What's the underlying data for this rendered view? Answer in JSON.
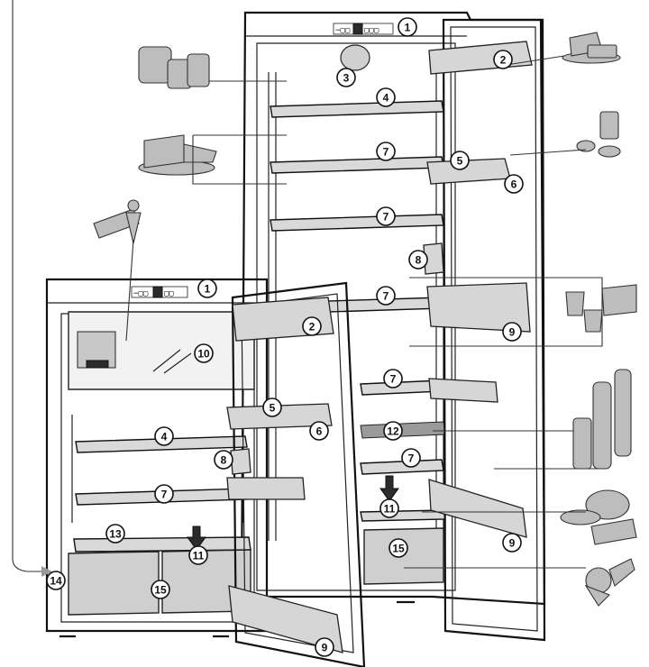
{
  "callouts": [
    {
      "id": "c1a",
      "label": "1"
    },
    {
      "id": "c2a",
      "label": "2"
    },
    {
      "id": "c3a",
      "label": "3"
    },
    {
      "id": "c4a",
      "label": "4"
    },
    {
      "id": "c7a",
      "label": "7"
    },
    {
      "id": "c5a",
      "label": "5"
    },
    {
      "id": "c6a",
      "label": "6"
    },
    {
      "id": "c7b",
      "label": "7"
    },
    {
      "id": "c8a",
      "label": "8"
    },
    {
      "id": "c7c",
      "label": "7"
    },
    {
      "id": "c9a",
      "label": "9"
    },
    {
      "id": "c7d",
      "label": "7"
    },
    {
      "id": "c12a",
      "label": "12"
    },
    {
      "id": "c7e",
      "label": "7"
    },
    {
      "id": "c11a",
      "label": "11"
    },
    {
      "id": "c9b",
      "label": "9"
    },
    {
      "id": "c15a",
      "label": "15"
    },
    {
      "id": "c1b",
      "label": "1"
    },
    {
      "id": "c2b",
      "label": "2"
    },
    {
      "id": "c10a",
      "label": "10"
    },
    {
      "id": "c5b",
      "label": "5"
    },
    {
      "id": "c6b",
      "label": "6"
    },
    {
      "id": "c4b",
      "label": "4"
    },
    {
      "id": "c8b",
      "label": "8"
    },
    {
      "id": "c7f",
      "label": "7"
    },
    {
      "id": "c13a",
      "label": "13"
    },
    {
      "id": "c11b",
      "label": "11"
    },
    {
      "id": "c14a",
      "label": "14"
    },
    {
      "id": "c15b",
      "label": "15"
    },
    {
      "id": "c9c",
      "label": "9"
    }
  ],
  "colors": {
    "line": "#111111",
    "fill_light": "#d9d9d9",
    "fill_mid": "#9a9a9a",
    "background": "#ffffff"
  }
}
